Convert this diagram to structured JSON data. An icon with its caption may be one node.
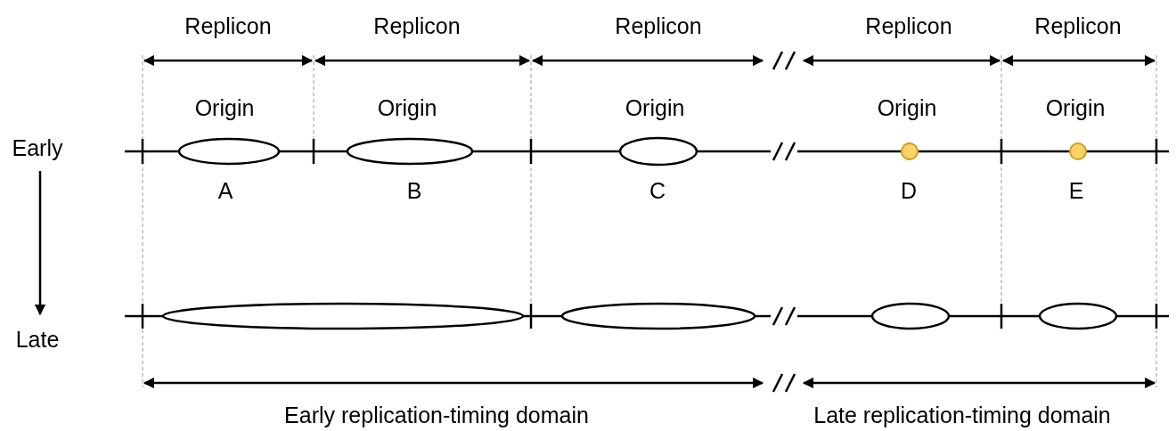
{
  "diagram": {
    "labels": [
      "Replicon",
      "Replicon",
      "Replicon",
      "Replicon",
      "Replicon",
      "Origin",
      "Origin",
      "Origin",
      "Origin",
      "Origin",
      "Early",
      "A",
      "B",
      "C",
      "D",
      "E",
      "Late",
      "Early replication-timing domain",
      "Late replication-timing domain"
    ]
  }
}
